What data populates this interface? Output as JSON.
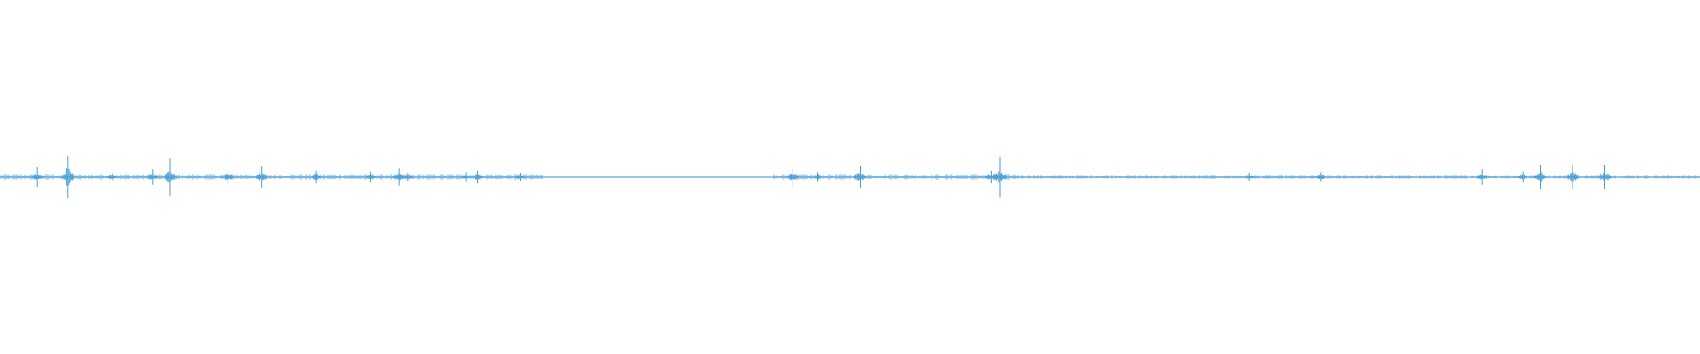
{
  "waveform": {
    "color": "#4a9fd8",
    "baseline_color": "#5aa8dc",
    "duration_fraction_spikes": [
      {
        "pos": 0.022,
        "amp": 0.028
      },
      {
        "pos": 0.04,
        "amp": 0.06
      },
      {
        "pos": 0.066,
        "amp": 0.016
      },
      {
        "pos": 0.09,
        "amp": 0.022
      },
      {
        "pos": 0.1,
        "amp": 0.052
      },
      {
        "pos": 0.134,
        "amp": 0.02
      },
      {
        "pos": 0.154,
        "amp": 0.03
      },
      {
        "pos": 0.186,
        "amp": 0.018
      },
      {
        "pos": 0.218,
        "amp": 0.016
      },
      {
        "pos": 0.235,
        "amp": 0.024
      },
      {
        "pos": 0.24,
        "amp": 0.012
      },
      {
        "pos": 0.274,
        "amp": 0.014
      },
      {
        "pos": 0.281,
        "amp": 0.018
      },
      {
        "pos": 0.306,
        "amp": 0.012
      },
      {
        "pos": 0.466,
        "amp": 0.026
      },
      {
        "pos": 0.481,
        "amp": 0.014
      },
      {
        "pos": 0.506,
        "amp": 0.03
      },
      {
        "pos": 0.583,
        "amp": 0.018
      },
      {
        "pos": 0.588,
        "amp": 0.058
      },
      {
        "pos": 0.735,
        "amp": 0.012
      },
      {
        "pos": 0.777,
        "amp": 0.014
      },
      {
        "pos": 0.872,
        "amp": 0.022
      },
      {
        "pos": 0.896,
        "amp": 0.016
      },
      {
        "pos": 0.906,
        "amp": 0.034
      },
      {
        "pos": 0.925,
        "amp": 0.034
      },
      {
        "pos": 0.944,
        "amp": 0.034
      }
    ],
    "dense_regions": [
      {
        "start": 0.0,
        "end": 0.32,
        "amp": 0.006
      },
      {
        "start": 0.455,
        "end": 0.6,
        "amp": 0.006
      },
      {
        "start": 0.6,
        "end": 1.0,
        "amp": 0.004
      }
    ]
  }
}
